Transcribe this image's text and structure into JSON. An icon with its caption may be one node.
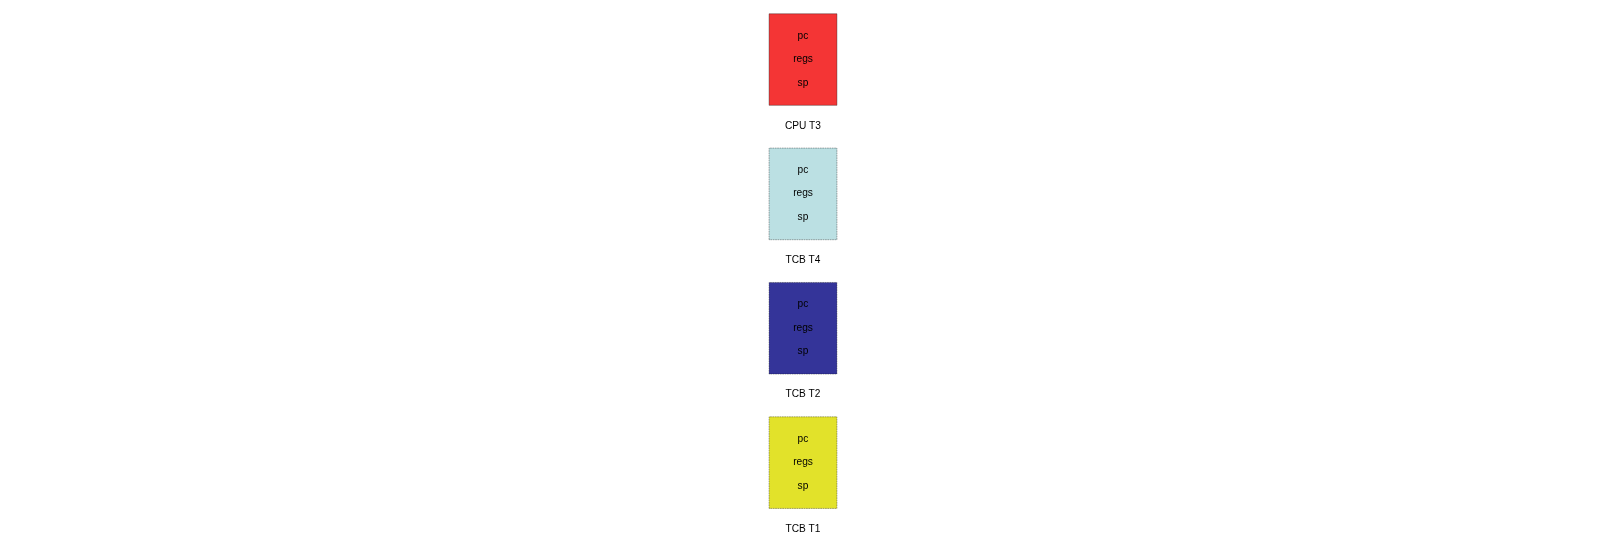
{
  "diagram": {
    "nodes": [
      {
        "text": [
          "pc",
          "regs",
          "sp"
        ],
        "beside": [
          "TCB T1"
        ]
      },
      {
        "text": [
          "pc",
          "regs",
          "sp"
        ],
        "beside": [
          "TCB T2"
        ]
      },
      {
        "text": [
          "pc",
          "regs",
          "sp"
        ],
        "beside": [
          "TCB T4"
        ]
      },
      {
        "text": [
          "pc",
          "regs",
          "sp"
        ],
        "beside": [
          "CPU T3"
        ]
      }
    ]
  }
}
